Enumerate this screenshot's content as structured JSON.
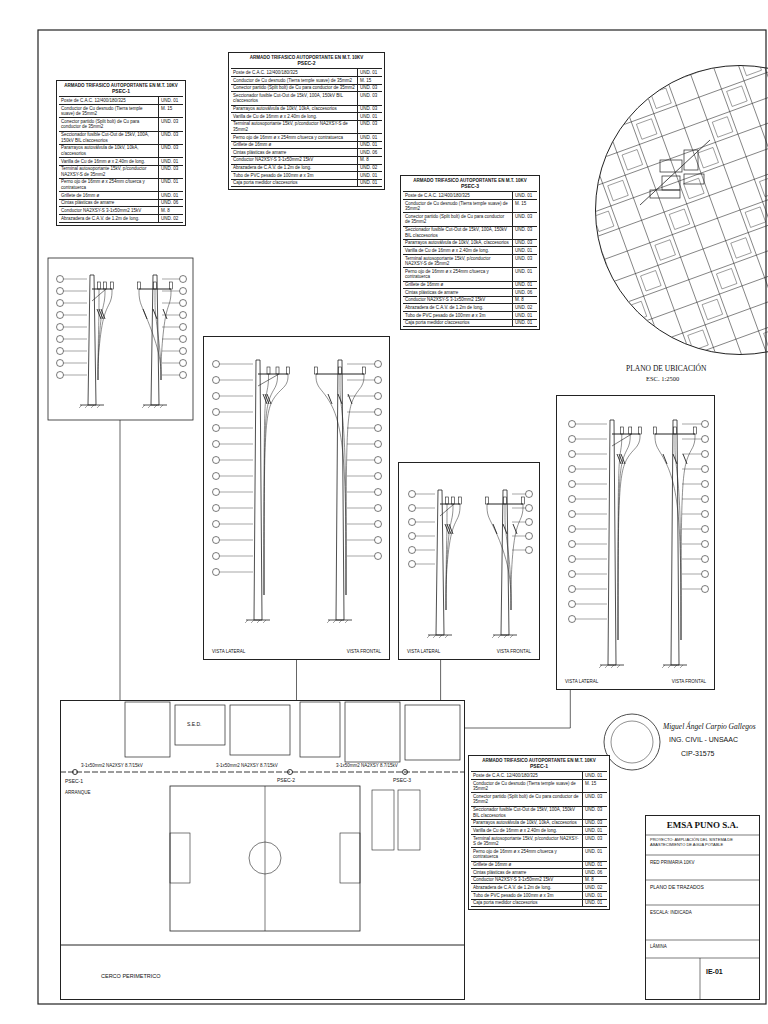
{
  "diagram": {
    "nodes": [
      {
        "text": [
          "ARMADO TRIFASICO AUTOPORTANTE EN M.T. 10KV",
          "PSEC-1"
        ]
      },
      {
        "text": [
          "ARMADO TRIFASICO AUTOPORTANTE EN M.T. 10KV",
          "PSEC-2"
        ]
      },
      {
        "text": [
          "ARMADO TRIFASICO AUTOPORTANTE EN M.T. 10KV",
          "PSEC-3"
        ]
      },
      {
        "text": [
          "PLANO DE UBICACIÓN",
          "ESC. 1:2500"
        ]
      },
      {
        "text": [
          "VISTA LATERAL",
          "VISTA FRONTAL"
        ]
      },
      {
        "text": [
          "VISTA LATERAL",
          "VISTA FRONTAL"
        ]
      },
      {
        "text": [
          "VISTA LATERAL",
          "VISTA FRONTAL"
        ]
      },
      {
        "text": [
          "CERCO PERIMETRICO"
        ]
      },
      {
        "text": [
          "ARMADO TRIFASICO AUTOPORTANTE EN M.T. 10KV",
          "PSEC-1"
        ]
      },
      {
        "text": [
          "EMSA PUNO S.A."
        ]
      }
    ],
    "edges": [
      {
        "from": 4,
        "to": 7,
        "arrow": "none"
      },
      {
        "from": 5,
        "to": 7,
        "arrow": "none"
      },
      {
        "from": 6,
        "to": 7,
        "arrow": "none"
      }
    ],
    "labels": [
      "Poste de C.A.C. 12/400/180/325",
      "UND. 01",
      "Conductor de Cu desnudo (Tierra temple suave) de 35mm2",
      "M. 15",
      "Conector partido (Split bolt) de Cu para conductor de 35mm2",
      "UND. 03",
      "Seccionador fusible Cut-Out de 15kV, 100A, 150kV BIL c/accesorios",
      "UND. 03",
      "Pararrayos autoválvula de 10kV, 10kA, c/accesorios",
      "UND. 03",
      "Varilla de Cu de 16mm ø x 2.40m de long.",
      "UND. 01",
      "Terminal autosoportante 15kV, p/conductor NA2XSY-S de 35mm2",
      "UND. 03",
      "Perno ojo de 16mm ø x 254mm c/tuerca y contratuerca",
      "UND. 01",
      "Grillete de 16mm ø",
      "UND. 01",
      "Cintas plásticas de amarre",
      "UND. 06",
      "Conductor NA2XSY-S 3-1x50mm2 15kV",
      "M. 8",
      "Abrazadera de C.A.V. de 1.2m de long.",
      "UND. 02",
      "Poste de C.A.C. 12/400/180/325",
      "UND. 01",
      "Conductor de Cu desnudo (Tierra temple suave) de 35mm2",
      "M. 15",
      "Conector partido (Split bolt) de Cu para conductor de 35mm2",
      "UND. 03",
      "Seccionador fusible Cut-Out de 15kV, 100A, 150kV BIL c/accesorios",
      "UND. 03",
      "Pararrayos autoválvula de 10kV, 10kA, c/accesorios",
      "UND. 03",
      "Varilla de Cu de 16mm ø x 2.40m de long.",
      "UND. 01",
      "Terminal autosoportante 15kV, p/conductor NA2XSY-S de 35mm2",
      "UND. 03",
      "Perno ojo de 16mm ø x 254mm c/tuerca y contratuerca",
      "UND. 01",
      "Grillete de 16mm ø",
      "UND. 01",
      "Cintas plásticas de amarre",
      "UND. 06",
      "Conductor NA2XSY-S 3-1x50mm2 15kV",
      "M. 8",
      "Abrazadera de C.A.V. de 1.2m de long.",
      "UND. 02",
      "Tubo de PVC pesado de 100mm ø x 3m",
      "UND. 01",
      "Caja porta medidor c/accesorios",
      "UND. 01",
      "Poste de C.A.C. 12/400/180/325",
      "UND. 01",
      "Conductor de Cu desnudo (Tierra temple suave) de 35mm2",
      "M. 15",
      "Conector partido (Split bolt) de Cu para conductor de 35mm2",
      "UND. 03",
      "Seccionador fusible Cut-Out de 15kV, 100A, 150kV BIL c/accesorios",
      "UND. 03",
      "Pararrayos autoválvula de 10kV, 10kA, c/accesorios",
      "UND. 03",
      "Varilla de Cu de 16mm ø x 2.40m de long.",
      "UND. 01",
      "Terminal autosoportante 15kV, p/conductor NA2XSY-S de 35mm2",
      "UND. 03",
      "Perno ojo de 16mm ø x 254mm c/tuerca y contratuerca",
      "UND. 01",
      "Grillete de 16mm ø",
      "UND. 01",
      "Cintas plásticas de amarre",
      "UND. 06",
      "Conductor NA2XSY-S 3-1x50mm2 15kV",
      "M. 8",
      "Abrazadera de C.A.V. de 1.2m de long.",
      "UND. 02",
      "Tubo de PVC pesado de 100mm ø x 3m",
      "UND. 01",
      "Caja porta medidor c/accesorios",
      "UND. 01",
      "Poste de C.A.C. 12/400/180/325",
      "UND. 01",
      "Conductor de Cu desnudo (Tierra temple suave) de 35mm2",
      "M. 15",
      "Conector partido (Split bolt) de Cu para conductor de 35mm2",
      "UND. 03",
      "Seccionador fusible Cut-Out de 15kV, 100A, 150kV BIL c/accesorios",
      "UND. 03",
      "Pararrayos autoválvula de 10kV, 10kA, c/accesorios",
      "UND. 03",
      "Varilla de Cu de 16mm ø x 2.40m de long.",
      "UND. 01",
      "Terminal autosoportante 15kV, p/conductor NA2XSY-S de 35mm2",
      "UND. 03",
      "Perno ojo de 16mm ø x 254mm c/tuerca y contratuerca",
      "UND. 01",
      "Grillete de 16mm ø",
      "UND. 01",
      "Cintas plásticas de amarre",
      "UND. 06",
      "Conductor NA2XSY-S 3-1x50mm2 15kV",
      "M. 8",
      "Abrazadera de C.A.V. de 1.2m de long.",
      "UND. 02",
      "Tubo de PVC pesado de 100mm ø x 3m",
      "UND. 01",
      "Caja porta medidor c/accesorios",
      "UND. 01",
      "S.E.D.",
      "3-1x50mm2 NA2XSY 8.7/15kV",
      "3-1x50mm2 NA2XSY 8.7/15kV",
      "3-1x50mm2 NA2XSY 8.7/15kV",
      "PSEC-1",
      "PSEC-2",
      "PSEC-3",
      "ARRANQUE",
      "PROYECTO: AMPLIACIÓN DEL SISTEMA DE ABASTECIMIENTO DE AGUA POTABLE",
      "RED PRIMARIA 10KV",
      "PLANO DE TRAZADOS",
      "ESCALA: INDICADA",
      "LÁMINA",
      "IE-01",
      "Miguel Ángel Carpio Gallegos",
      "ING. CIVIL - UNSAAC",
      "CIP-31575"
    ]
  }
}
